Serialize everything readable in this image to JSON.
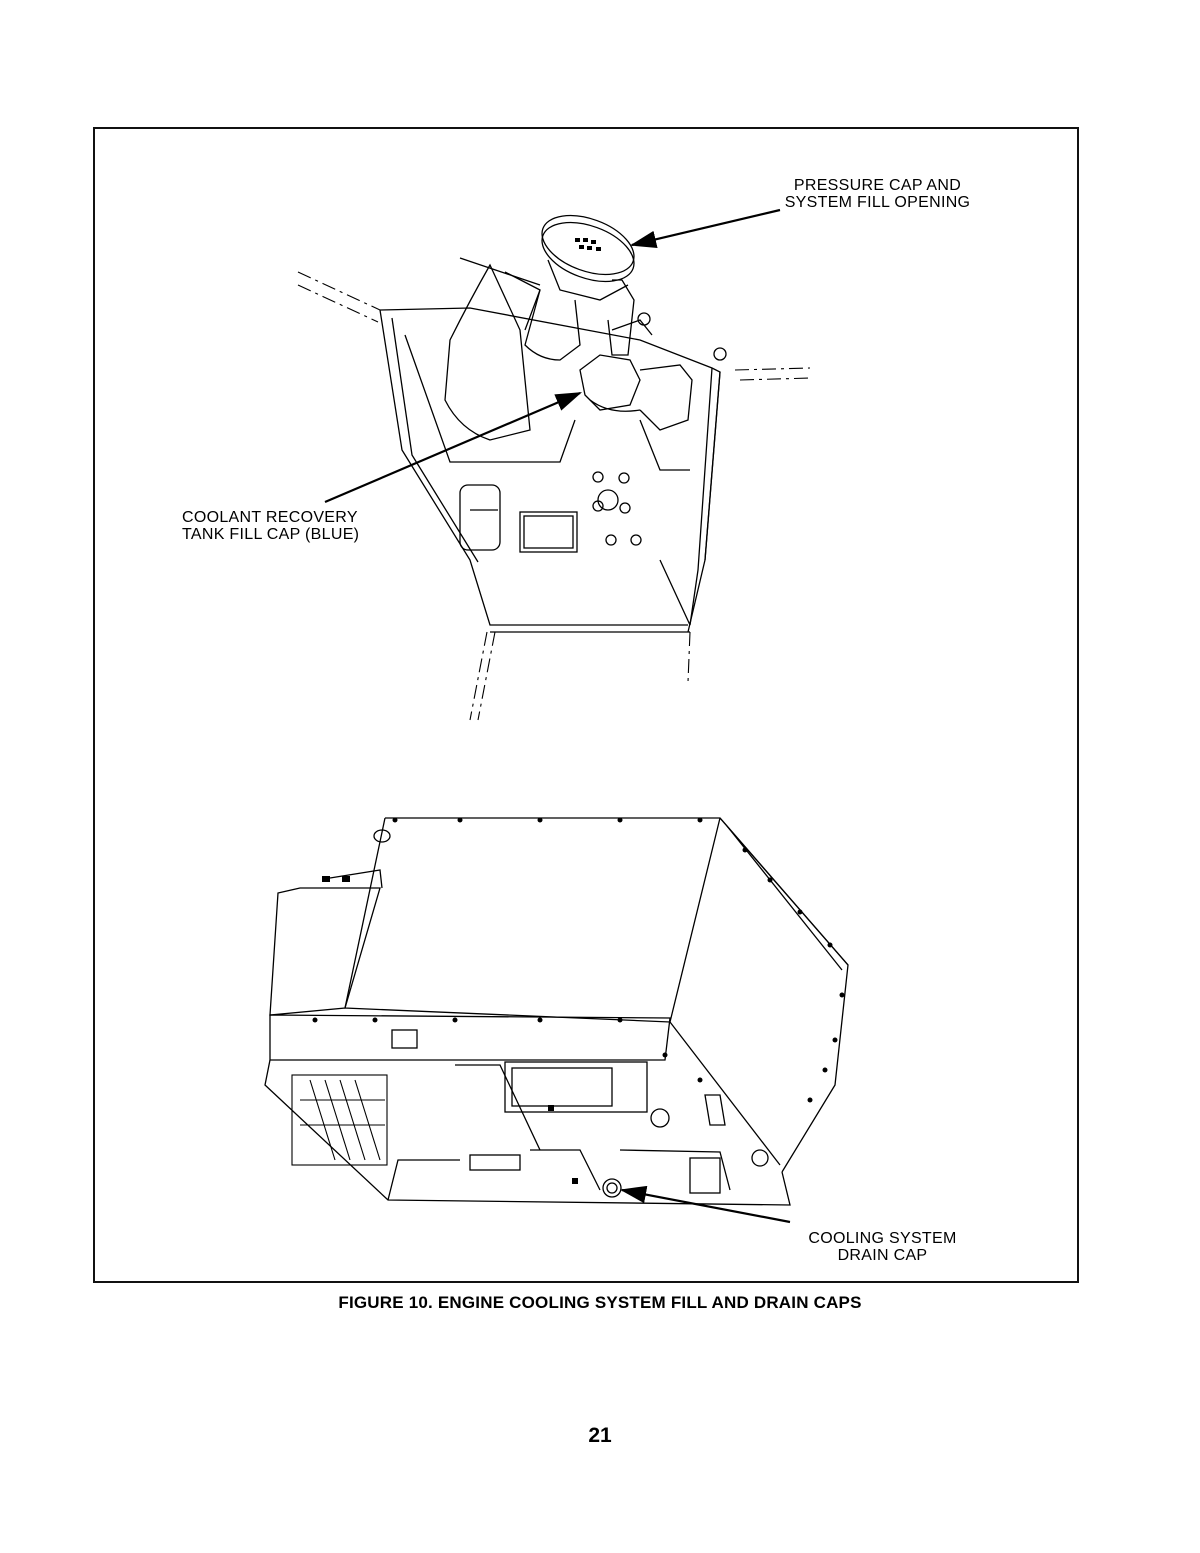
{
  "figure": {
    "callouts": {
      "pressure_cap": "PRESSURE CAP AND\nSYSTEM FILL OPENING",
      "coolant_recovery": "COOLANT RECOVERY\nTANK FILL CAP (BLUE)",
      "drain_cap": "COOLING SYSTEM\nDRAIN CAP"
    },
    "caption": "FIGURE 10. ENGINE COOLING SYSTEM FILL AND DRAIN CAPS"
  },
  "page": {
    "number": "21"
  }
}
